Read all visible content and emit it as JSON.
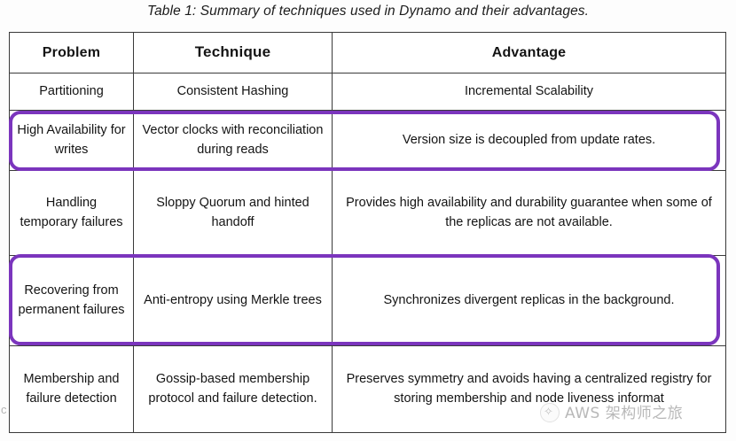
{
  "caption": "Table 1: Summary of techniques used in Dynamo and their advantages.",
  "table": {
    "headers": {
      "problem": "Problem",
      "technique": "Technique",
      "advantage": "Advantage"
    },
    "rows": [
      {
        "problem": "Partitioning",
        "technique": "Consistent Hashing",
        "advantage": "Incremental Scalability",
        "highlighted": false
      },
      {
        "problem": "High Availability for writes",
        "technique": "Vector clocks with reconciliation during reads",
        "advantage": "Version size is decoupled from update rates.",
        "highlighted": true
      },
      {
        "problem": "Handling temporary failures",
        "technique": "Sloppy Quorum and hinted handoff",
        "advantage": "Provides high availability and durability guarantee when some of the replicas are not available.",
        "highlighted": false
      },
      {
        "problem": "Recovering from permanent failures",
        "technique": "Anti-entropy using Merkle trees",
        "advantage": "Synchronizes divergent replicas in the background.",
        "highlighted": true
      },
      {
        "problem": "Membership and failure detection",
        "technique": "Gossip-based membership protocol and failure detection.",
        "advantage": "Preserves symmetry and avoids having a centralized registry for storing membership and node liveness informat",
        "highlighted": false
      }
    ]
  },
  "watermark": {
    "text": "AWS 架构师之旅",
    "logo": "aws-circle-logo"
  },
  "artifact": {
    "mark": "c"
  },
  "colors": {
    "highlight": "#7b35bd",
    "border": "#3a3a3a",
    "text": "#141414",
    "background": "#fdfdfd",
    "watermark": "#8d8d8d"
  }
}
